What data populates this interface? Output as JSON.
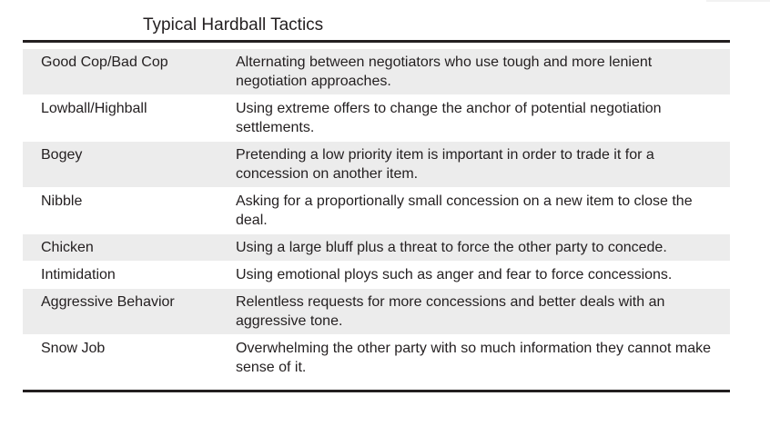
{
  "title": "Typical Hardball Tactics",
  "rows": [
    {
      "term": "Good Cop/Bad Cop",
      "definition": "Alternating between negotiators who use tough and more lenient negotiation approaches.",
      "shaded": true
    },
    {
      "term": "Lowball/Highball",
      "definition": "Using extreme offers to change the anchor of potential negotiation settlements.",
      "shaded": false
    },
    {
      "term": "Bogey",
      "definition": "Pretending a low priority item is important in order to trade it for a concession on another item.",
      "shaded": true
    },
    {
      "term": "Nibble",
      "definition": "Asking for a proportionally small concession on a new item to close the deal.",
      "shaded": false
    },
    {
      "term": "Chicken",
      "definition": "Using a large bluff plus a threat to force the other party to concede.",
      "shaded": true
    },
    {
      "term": "Intimidation",
      "definition": "Using emotional ploys such as anger and fear to force concessions.",
      "shaded": false
    },
    {
      "term": "Aggressive Behavior",
      "definition": "Relentless requests for more concessions and better deals with an aggressive tone.",
      "shaded": true
    },
    {
      "term": "Snow Job",
      "definition": "Overwhelming the other party with so much information they cannot make sense of it.",
      "shaded": false
    }
  ]
}
